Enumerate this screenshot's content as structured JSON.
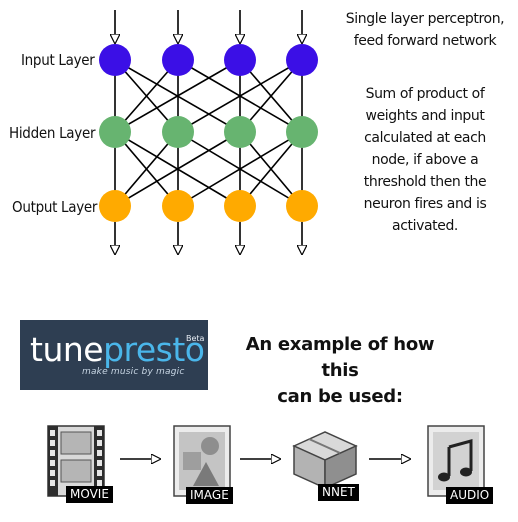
{
  "network": {
    "layers": [
      {
        "label": "Input Layer",
        "nodes": 4,
        "color": "#3b0fe6"
      },
      {
        "label": "Hidden Layer",
        "nodes": 4,
        "color": "#67b470"
      },
      {
        "label": "Output Layer",
        "nodes": 4,
        "color": "#ffaa00"
      }
    ]
  },
  "notes": {
    "title_lines": [
      "Single layer perceptron,",
      "feed forward network"
    ],
    "body_lines": [
      "Sum of product of",
      "weights and input",
      "calculated at each",
      "node, if above a",
      "threshold then the",
      "neuron fires and is",
      "activated."
    ]
  },
  "logo": {
    "word_a": "tune",
    "word_b": "presto",
    "badge": "Beta",
    "tagline": "make music by magic"
  },
  "example_lines": [
    "An example of how this",
    "can be used:"
  ],
  "pipeline": [
    {
      "caption": "MOVIE",
      "icon": "film-icon"
    },
    {
      "caption": "IMAGE",
      "icon": "image-icon"
    },
    {
      "caption": "NNET",
      "icon": "box-icon"
    },
    {
      "caption": "AUDIO",
      "icon": "music-note-icon"
    }
  ]
}
